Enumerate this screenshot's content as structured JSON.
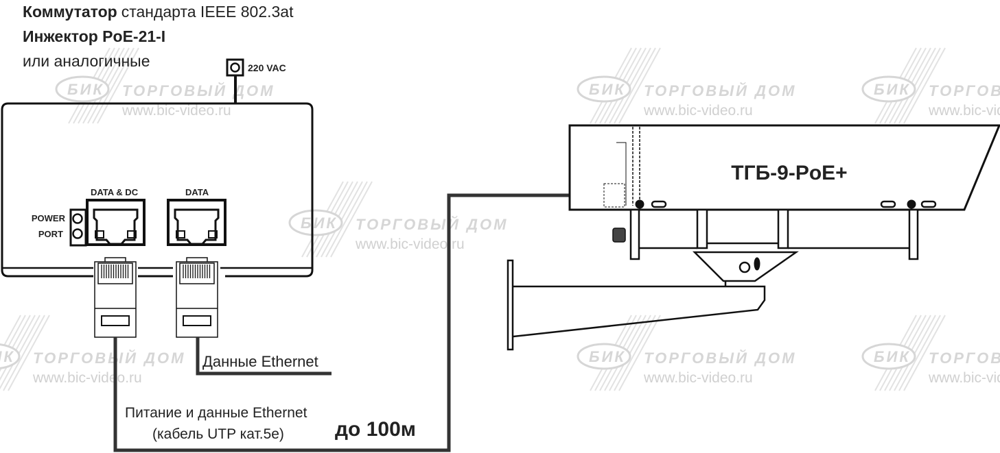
{
  "header": {
    "line1_bold": "Коммутатор",
    "line1_rest": "стандарта IEEE 802.3at",
    "line2": "Инжектор PoE-21-I",
    "line3": "или аналогичные"
  },
  "power_input": {
    "label": "220 VAC"
  },
  "injector": {
    "port1_label": "DATA & DC",
    "port2_label": "DATA",
    "led_label_1": "POWER",
    "led_label_2": "PORT"
  },
  "cables": {
    "data_label": "Данные Ethernet",
    "poe_label": "Питание и данные Ethernet",
    "poe_sublabel": "(кабель UTP кат.5е)",
    "distance": "до 100м"
  },
  "camera_housing": {
    "label": "ТГБ-9-PoE+"
  },
  "watermark": {
    "logo": "БИК",
    "company": "ТОРГОВЫЙ ДОМ",
    "url": "www.bic-video.ru"
  },
  "colors": {
    "line": "#111111",
    "cable": "#333333",
    "watermark": "#d6d6d6"
  }
}
